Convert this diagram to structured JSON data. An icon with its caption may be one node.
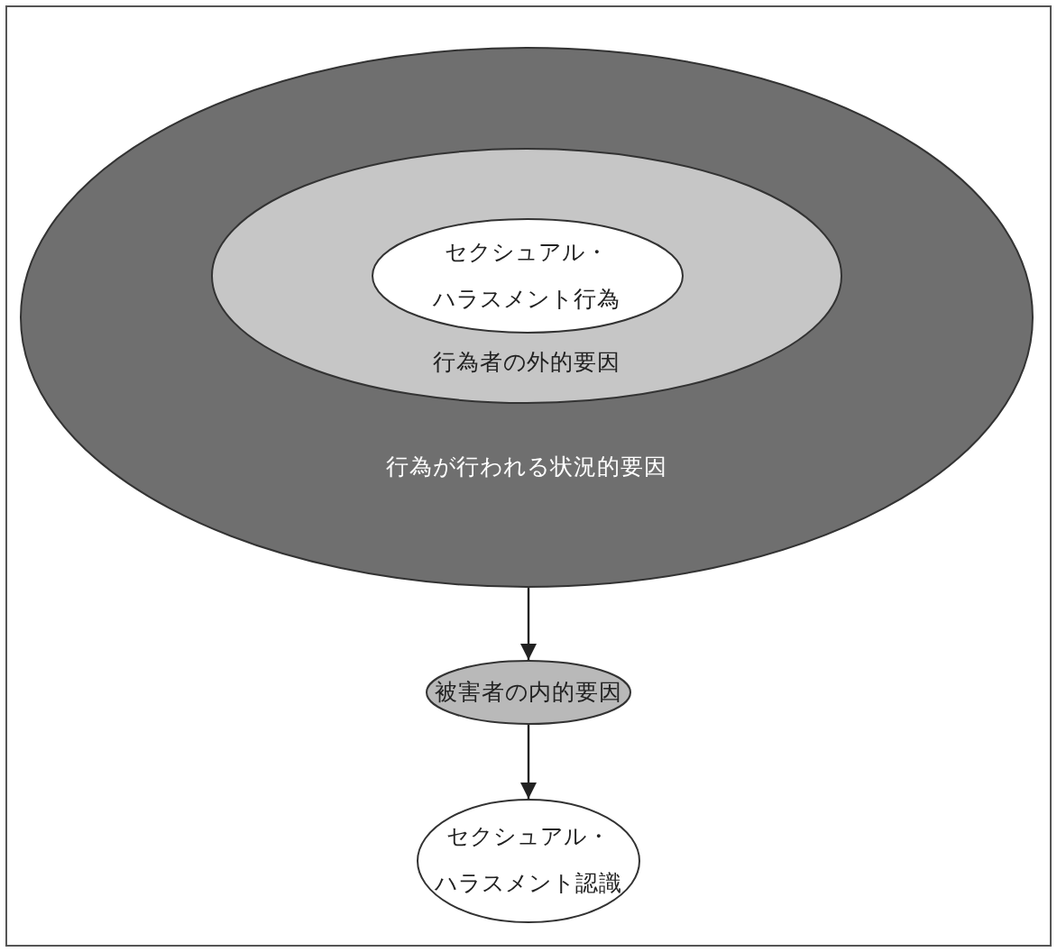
{
  "diagram": {
    "nodes": [
      {
        "text": [
          "行為が行われる状況的要因"
        ]
      },
      {
        "text": [
          "行為者の外的要因"
        ],
        "in": 0
      },
      {
        "text": [
          "セクシュアル・ハラスメント行為"
        ],
        "in": 1
      },
      {
        "text": [
          "被害者の内的要因"
        ]
      },
      {
        "text": [
          "セクシュアル・ハラスメント認識"
        ]
      }
    ],
    "edges": [
      {
        "from": 0,
        "to": 3,
        "arrow": "to"
      },
      {
        "from": 3,
        "to": 4,
        "arrow": "to"
      }
    ]
  }
}
